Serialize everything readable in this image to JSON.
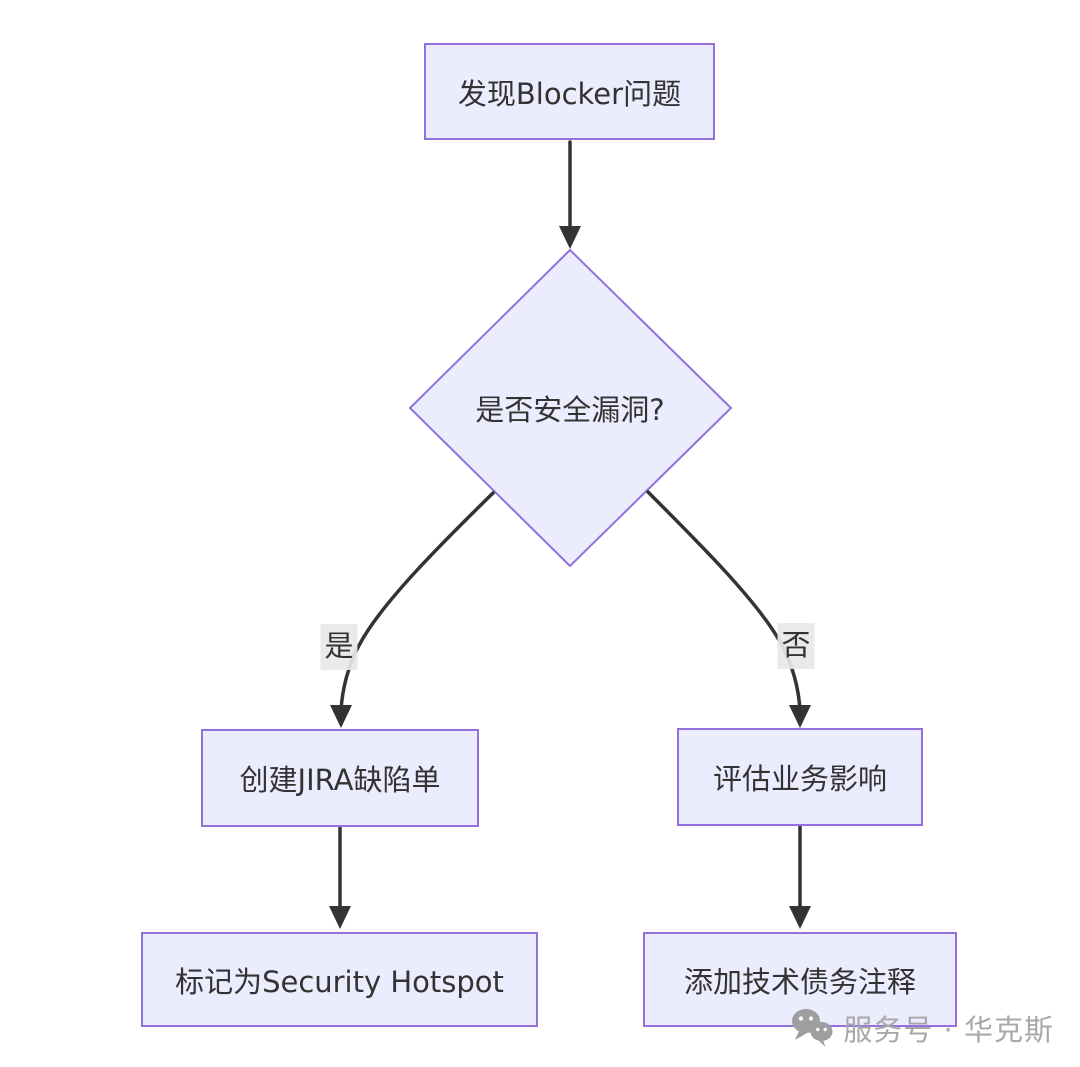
{
  "canvas": {
    "background": "#ffffff"
  },
  "palette": {
    "node_fill": "#ECECFF",
    "node_border": "#9370DB",
    "edge_color": "#333333",
    "text_color": "#333333",
    "edge_label_bg": "#e8e8e8",
    "watermark_color": "#a8a8a8"
  },
  "flowchart": {
    "direction": "top-down",
    "nodes": {
      "start": {
        "shape": "rectangle",
        "label": "发现Blocker问题"
      },
      "decision": {
        "shape": "diamond",
        "label": "是否安全漏洞?"
      },
      "yes_step1": {
        "shape": "rectangle",
        "label": "创建JIRA缺陷单"
      },
      "no_step1": {
        "shape": "rectangle",
        "label": "评估业务影响"
      },
      "yes_step2": {
        "shape": "rectangle",
        "label": "标记为Security Hotspot"
      },
      "no_step2": {
        "shape": "rectangle",
        "label": "添加技术债务注释"
      }
    },
    "edges": [
      {
        "from": "start",
        "to": "decision",
        "label": ""
      },
      {
        "from": "decision",
        "to": "yes_step1",
        "label": "是"
      },
      {
        "from": "decision",
        "to": "no_step1",
        "label": "否"
      },
      {
        "from": "yes_step1",
        "to": "yes_step2",
        "label": ""
      },
      {
        "from": "no_step1",
        "to": "no_step2",
        "label": ""
      }
    ]
  },
  "watermark": {
    "icon": "wechat-logo",
    "text": "服务号 · 华克斯"
  }
}
